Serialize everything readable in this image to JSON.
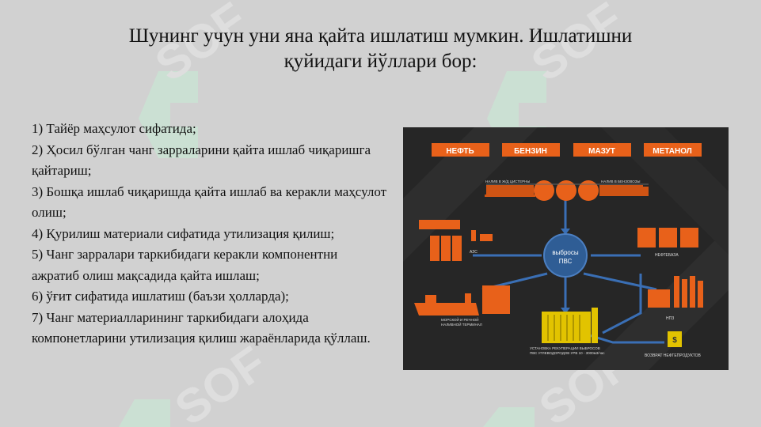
{
  "slide": {
    "title_line1": "Шунинг учун уни яна қайта ишлатиш мумкин. Ишлатишни",
    "title_line2": "қуйидаги йўллари бор:",
    "items": [
      "1) Тайёр маҳсулот сифатида;",
      "2) Ҳосил бўлган чанг зарраларини қайта ишлаб чиқаришга қайтариш;",
      "3) Бошқа ишлаб чиқаришда қайта ишлаб ва керакли  маҳсулот олиш;",
      "4) Қурилиш материали сифатида утилизация қилиш;",
      "5) Чанг зарралари таркибидаги керакли компонентни ажратиб олиш мақсадида қайта ишлаш;",
      "6)  ўғит сифатида ишлатиш (баъзи ҳолларда);",
      "7) Чанг материалларининг таркибидаги алоҳида компонетларини утилизация қилиш жараёнларида қўллаш."
    ]
  },
  "diagram": {
    "products": [
      "НЕФТЬ",
      "БЕНЗИН",
      "МАЗУТ",
      "МЕТАНОЛ"
    ],
    "center_line1": "выбросы",
    "center_line2": "ПВС",
    "labels": {
      "rail": "НАЛИВ В Ж/Д ЦИСТЕРНЫ",
      "truck": "НАЛИВ В БЕНЗОВОЗЫ",
      "azs": "АЗС",
      "oil_depot": "НЕФТЕБАЗА",
      "terminal_1": "МОРСКОЙ И РЕЧНОЙ",
      "terminal_2": "НАЛИВНОЙ ТЕРМИНАЛ",
      "npz": "НПЗ",
      "unit_1": "УСТАНОВКА РЕКУПЕРАЦИИ ВЫБРОСОВ",
      "unit_2": "ПВС УГЛЕВОДОРОДОВ УРВ 10 - 3000м3/час",
      "return": "ВОЗВРАТ НЕФТЕПРОДУКТОВ",
      "barrel": "$"
    },
    "colors": {
      "accent": "#e8611a",
      "pipe": "#3a6fb5",
      "center": "#2f5d95",
      "unit": "#e2c300"
    }
  }
}
